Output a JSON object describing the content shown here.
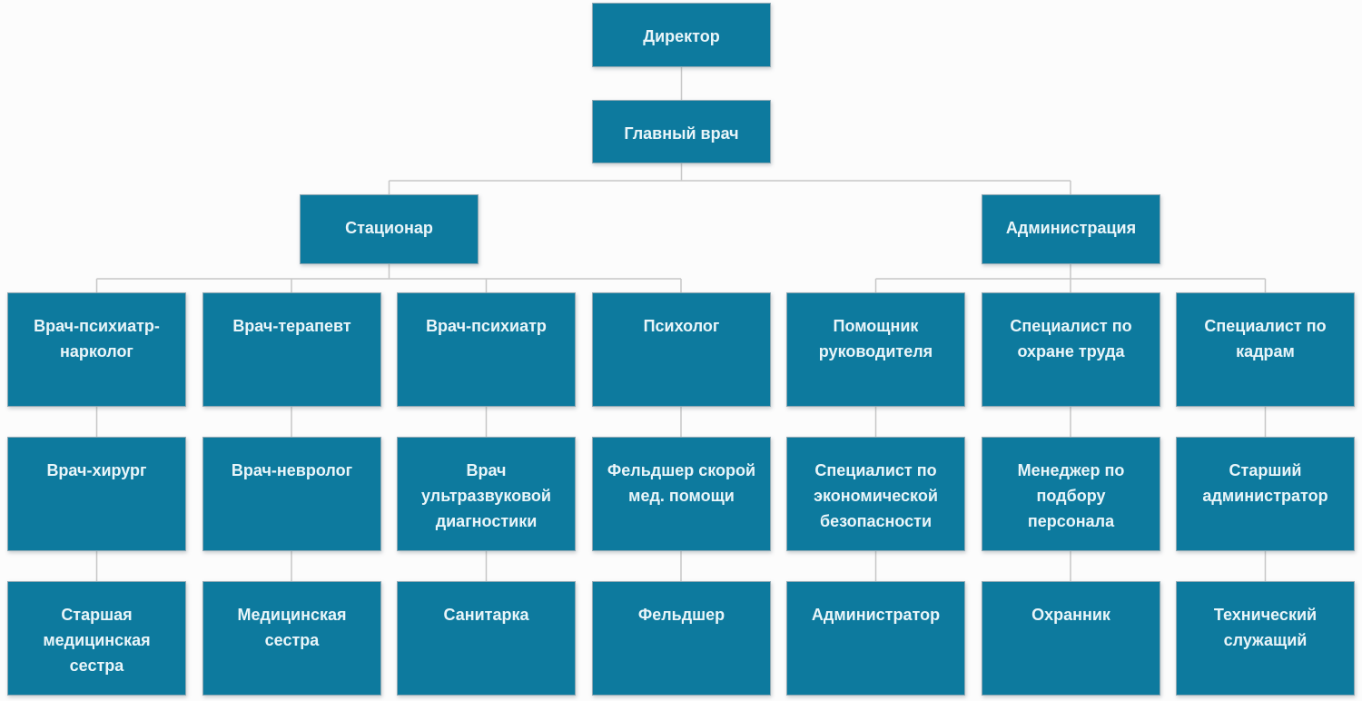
{
  "colors": {
    "box": "#0d7a9e",
    "box_border": "#8fa9b4",
    "text": "#e9f5f9",
    "line": "#c7c7c7",
    "background": "#fcfcfc"
  },
  "org": {
    "type": "org-chart",
    "director": "Директор",
    "chief_doctor": "Главный врач",
    "branches": [
      {
        "label": "Стационар",
        "column_indexes": [
          0,
          1,
          2,
          3
        ]
      },
      {
        "label": "Администрация",
        "column_indexes": [
          4,
          5,
          6
        ]
      }
    ],
    "columns": [
      {
        "level1": "Врач-психиатр-\nнарколог",
        "level2": "Врач-хирург",
        "level3": "Старшая\nмедицинская\nсестра"
      },
      {
        "level1": "Врач-терапевт",
        "level2": "Врач-невролог",
        "level3": "Медицинская\nсестра"
      },
      {
        "level1": "Врач-психиатр",
        "level2": "Врач\nультразвуковой\nдиагностики",
        "level3": "Санитарка"
      },
      {
        "level1": "Психолог",
        "level2": "Фельдшер скорой\nмед. помощи",
        "level3": "Фельдшер"
      },
      {
        "level1": "Помощник\nруководителя",
        "level2": "Специалист по\nэкономической\nбезопасности",
        "level3": "Администратор"
      },
      {
        "level1": "Специалист по\nохране труда",
        "level2": "Менеджер по\nподбору\nперсонала",
        "level3": "Охранник"
      },
      {
        "level1": "Специалист по\nкадрам",
        "level2": "Старший\nадминистратор",
        "level3": "Технический\nслужащий"
      }
    ]
  }
}
